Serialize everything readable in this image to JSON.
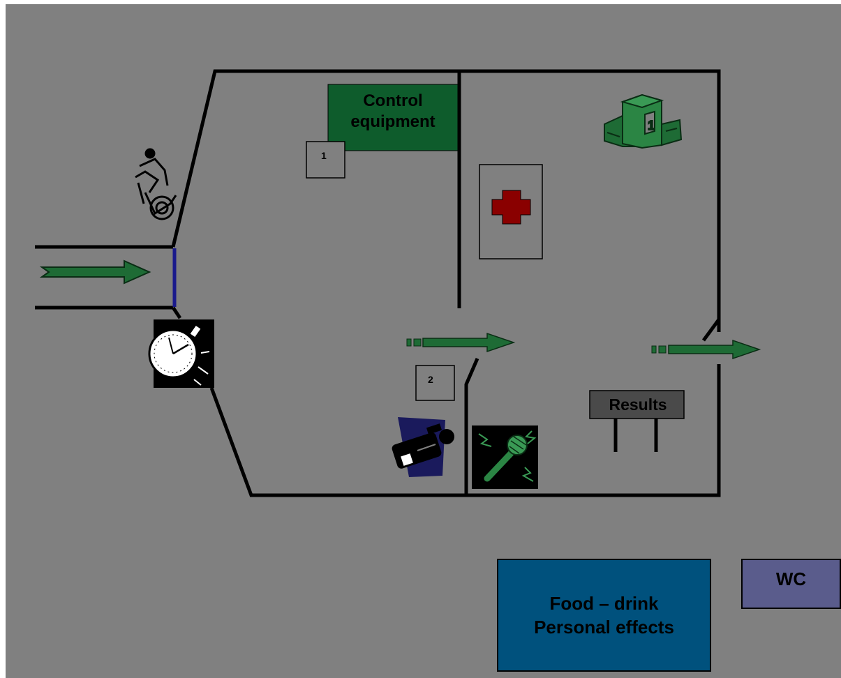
{
  "labels": {
    "control_equipment_line1": "Control",
    "control_equipment_line2": "equipment",
    "marker_1": "1",
    "marker_2": "2",
    "results": "Results",
    "food_line1": "Food – drink",
    "food_line2": "Personal effects",
    "wc": "WC"
  },
  "icons": {
    "cyclist": "cyclist-icon",
    "stopwatch": "stopwatch-icon",
    "first_aid": "first-aid-cross-icon",
    "podium": "podium-icon",
    "video_camera": "video-camera-icon",
    "microphone": "microphone-icon",
    "entry_arrow": "arrow-right-icon",
    "flow_arrows": "arrow-right-icon"
  },
  "colors": {
    "background": "#808080",
    "walls": "#000000",
    "arrow": "#1e6b35",
    "control_equipment": "#0e5c2c",
    "food_box": "#00517d",
    "wc_box": "#5a5c8c",
    "results_sign": "#4a4a4a",
    "cross": "#8a0000",
    "entry_gate": "#1a1a8c",
    "podium": "#1e6b35"
  }
}
